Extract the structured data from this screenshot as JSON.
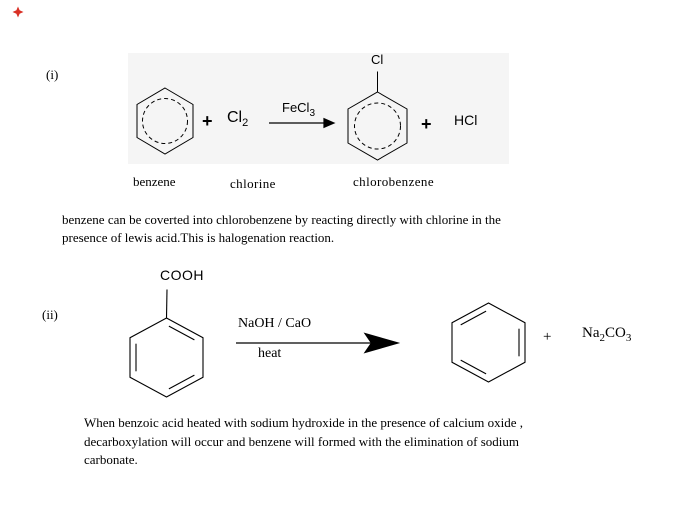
{
  "colors": {
    "page_bg": "#ffffff",
    "figure_box_bg": "#f5f5f5",
    "ink": "#000000",
    "broken_image_red": "#d93025"
  },
  "icons": {
    "broken_image": "broken-image-marker"
  },
  "reaction_i": {
    "index_label": "(i)",
    "plus_left": "+",
    "chlorine_formula_base": "Cl",
    "chlorine_formula_sub": "2",
    "catalyst_base": "FeCl",
    "catalyst_sub": "3",
    "substituent": "Cl",
    "plus_right": "+",
    "byproduct": "HCl",
    "caption_benzene": "benzene",
    "caption_chlorine": "chlorine",
    "caption_chlorobenzene": "chlorobenzene",
    "description_lines": [
      "benzene can be coverted into chlorobenzene by reacting directly with chlorine in the",
      "presence of lewis acid.This is halogenation reaction."
    ]
  },
  "reaction_ii": {
    "index_label": "(ii)",
    "substituent": "COOH",
    "reagents_above_arrow": "NaOH / CaO",
    "condition_below_arrow": "heat",
    "plus": "+",
    "byproduct_p1": "Na",
    "byproduct_s1": "2",
    "byproduct_p2": "CO",
    "byproduct_s2": "3",
    "description_lines": [
      "When benzoic acid heated with sodium hydroxide in the presence of calcium oxide ,",
      "decarboxylation will occur and benzene will formed with the elimination of sodium",
      "carbonate."
    ]
  }
}
